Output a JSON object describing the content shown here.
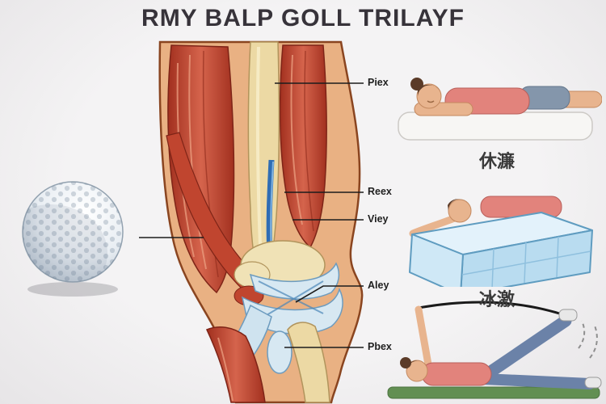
{
  "title": "RMY BALP GOLL TRILAYF",
  "anatomy": {
    "labels": [
      {
        "text": "Piex"
      },
      {
        "text": "Reex"
      },
      {
        "text": "Viey"
      },
      {
        "text": "Aley"
      },
      {
        "text": "Pbex"
      }
    ]
  },
  "panels": {
    "rest": {
      "caption": "休濂"
    },
    "ice": {
      "caption": "冰激"
    }
  },
  "icons": {
    "golf_ball": "golf-ball-illustration",
    "knee_anatomy": "knee-anatomy-illustration",
    "rest_scene": "rest-illustration",
    "ice_pack": "ice-pack-illustration",
    "exercise_band": "exercise-illustration"
  },
  "colors": {
    "background": "#f0eff0",
    "muscle_red": "#c0452f",
    "bone_tan": "#ecd9a4",
    "ligament_blue": "#d7e8f2",
    "vessel_blue": "#2f6db4",
    "skin": "#e9b183",
    "ice_blue": "#bfe0f2",
    "mat_green": "#628f52",
    "band_black": "#1a1a1a",
    "text_dark": "#37333a"
  }
}
